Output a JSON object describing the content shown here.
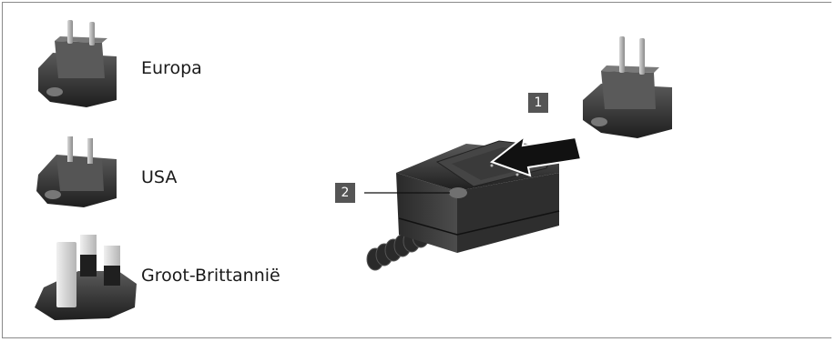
{
  "plug_labels": {
    "europe": "Europa",
    "usa": "USA",
    "uk": "Groot-Brittannië"
  },
  "callouts": {
    "step1": "1",
    "step2": "2"
  },
  "icons": [
    "eu-plug-icon",
    "us-plug-icon",
    "uk-plug-icon",
    "power-adapter-icon",
    "insert-arrow-icon"
  ]
}
